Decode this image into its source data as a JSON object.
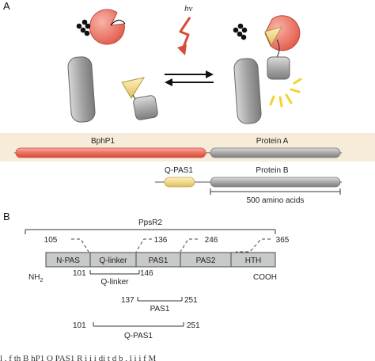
{
  "panels": {
    "a": "A",
    "b": "B"
  },
  "light_label": "hν",
  "bar_labels": {
    "bphp1": "BphP1",
    "protein_a": "Protein A",
    "q_pas1": "Q-PAS1",
    "protein_b": "Protein B",
    "scale": "500 amino acids"
  },
  "ppsr2": {
    "name": "PpsR2",
    "domains": [
      "N-PAS",
      "Q-linker",
      "PAS1",
      "PAS2",
      "HTH"
    ],
    "positions_top": [
      "105",
      "136",
      "246",
      "365"
    ],
    "nh2": "NH",
    "nh2_sub": "2",
    "cooh": "COOH",
    "qlinker_start": "101",
    "qlinker_end": "146",
    "qlinker_label": "Q-linker",
    "pas1_start": "137",
    "pas1_end": "251",
    "pas1_label": "PAS1",
    "qpas1_start": "101",
    "qpas1_end": "251",
    "qpas1_label": "Q-PAS1"
  },
  "caption": "l         ,   f  th   B  hP1 Q PAS1             R     i   i           i  di   t d b    ,    l    i   i   f  M"
}
